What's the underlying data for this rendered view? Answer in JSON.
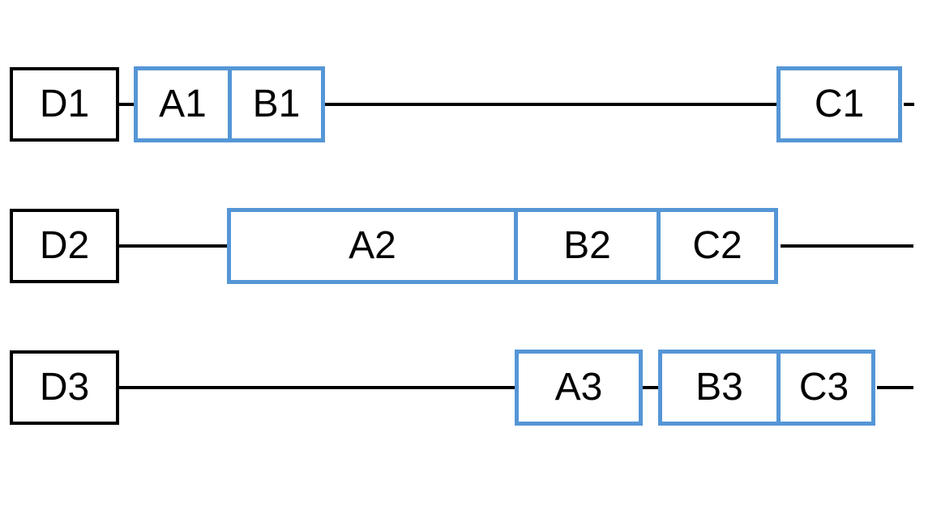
{
  "diagram": {
    "description": "Three horizontal tracks, each with a black-outlined label box on the left connected by a line carrying blue-outlined segment boxes",
    "colors": {
      "segment_border": "#5596d6",
      "outline": "#000000",
      "line": "#000000",
      "background": "#ffffff",
      "text": "#000000"
    },
    "rows": [
      {
        "d": "D1",
        "a": "A1",
        "b": "B1",
        "c": "C1"
      },
      {
        "d": "D2",
        "a": "A2",
        "b": "B2",
        "c": "C2"
      },
      {
        "d": "D3",
        "a": "A3",
        "b": "B3",
        "c": "C3"
      }
    ]
  }
}
